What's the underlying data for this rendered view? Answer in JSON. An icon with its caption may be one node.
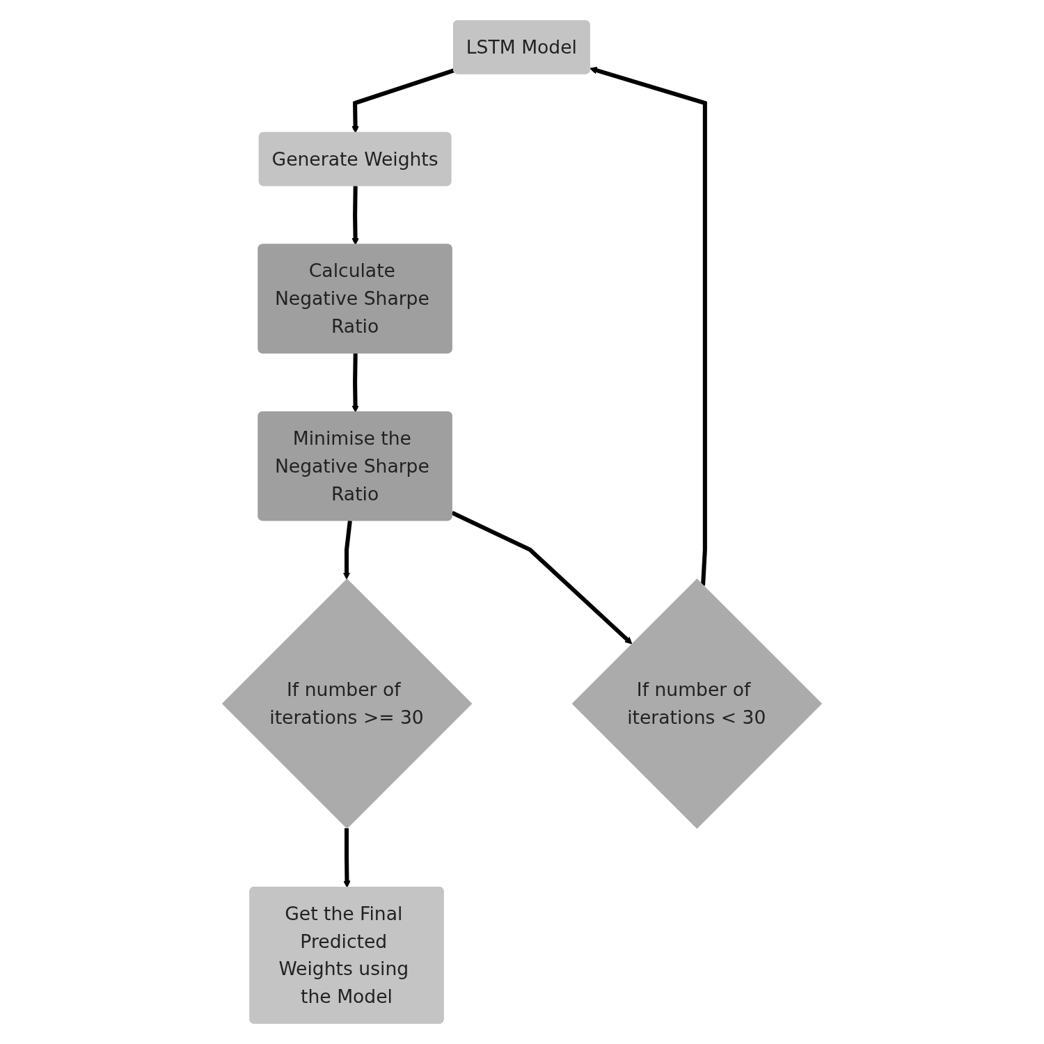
{
  "diagram": {
    "nodes": [
      {
        "text": [
          "LSTM Model"
        ]
      },
      {
        "text": [
          "Generate Weights"
        ]
      },
      {
        "text": [
          "Calculate Negative Sharpe Ratio"
        ]
      },
      {
        "text": [
          "Minimise the Negative Sharpe Ratio"
        ]
      },
      {
        "text": [
          "If number of iterations >= 30"
        ]
      },
      {
        "text": [
          "If number of iterations < 30"
        ]
      },
      {
        "text": [
          "Get the Final Predicted Weights using the Model"
        ]
      }
    ],
    "edges": [
      {
        "from": 0,
        "to": 1,
        "arrow": "to"
      },
      {
        "from": 1,
        "to": 2,
        "arrow": "to"
      },
      {
        "from": 2,
        "to": 3,
        "arrow": "to"
      },
      {
        "from": 3,
        "to": 4,
        "arrow": "to"
      },
      {
        "from": 3,
        "to": 5,
        "arrow": "to"
      },
      {
        "from": 4,
        "to": 6,
        "arrow": "to"
      },
      {
        "from": 5,
        "to": 0,
        "arrow": "to"
      }
    ]
  }
}
